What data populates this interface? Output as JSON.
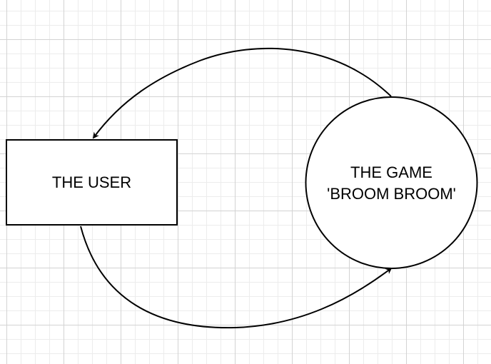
{
  "diagram": {
    "nodes": [
      {
        "id": "user",
        "shape": "rectangle",
        "label_lines": [
          "THE USER"
        ]
      },
      {
        "id": "game",
        "shape": "circle",
        "label_lines": [
          "THE GAME",
          "'BROOM BROOM'"
        ]
      }
    ],
    "edges": [
      {
        "from": "game",
        "to": "user"
      },
      {
        "from": "user",
        "to": "game"
      }
    ]
  },
  "colors": {
    "stroke": "#000000",
    "fill": "#ffffff"
  }
}
